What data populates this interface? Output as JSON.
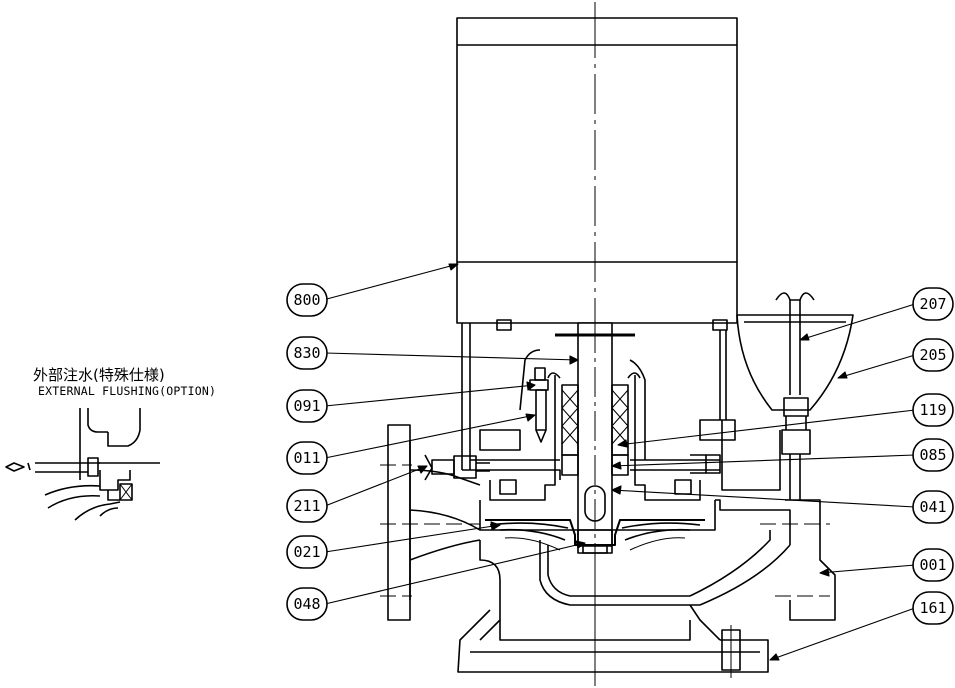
{
  "option_caption": {
    "chinese": "外部注水(特殊仕様)",
    "english": "EXTERNAL FLUSHING(OPTION)"
  },
  "callouts": {
    "left": [
      "800",
      "830",
      "091",
      "011",
      "211",
      "021",
      "048"
    ],
    "right": [
      "207",
      "205",
      "119",
      "085",
      "041",
      "001",
      "161"
    ]
  }
}
